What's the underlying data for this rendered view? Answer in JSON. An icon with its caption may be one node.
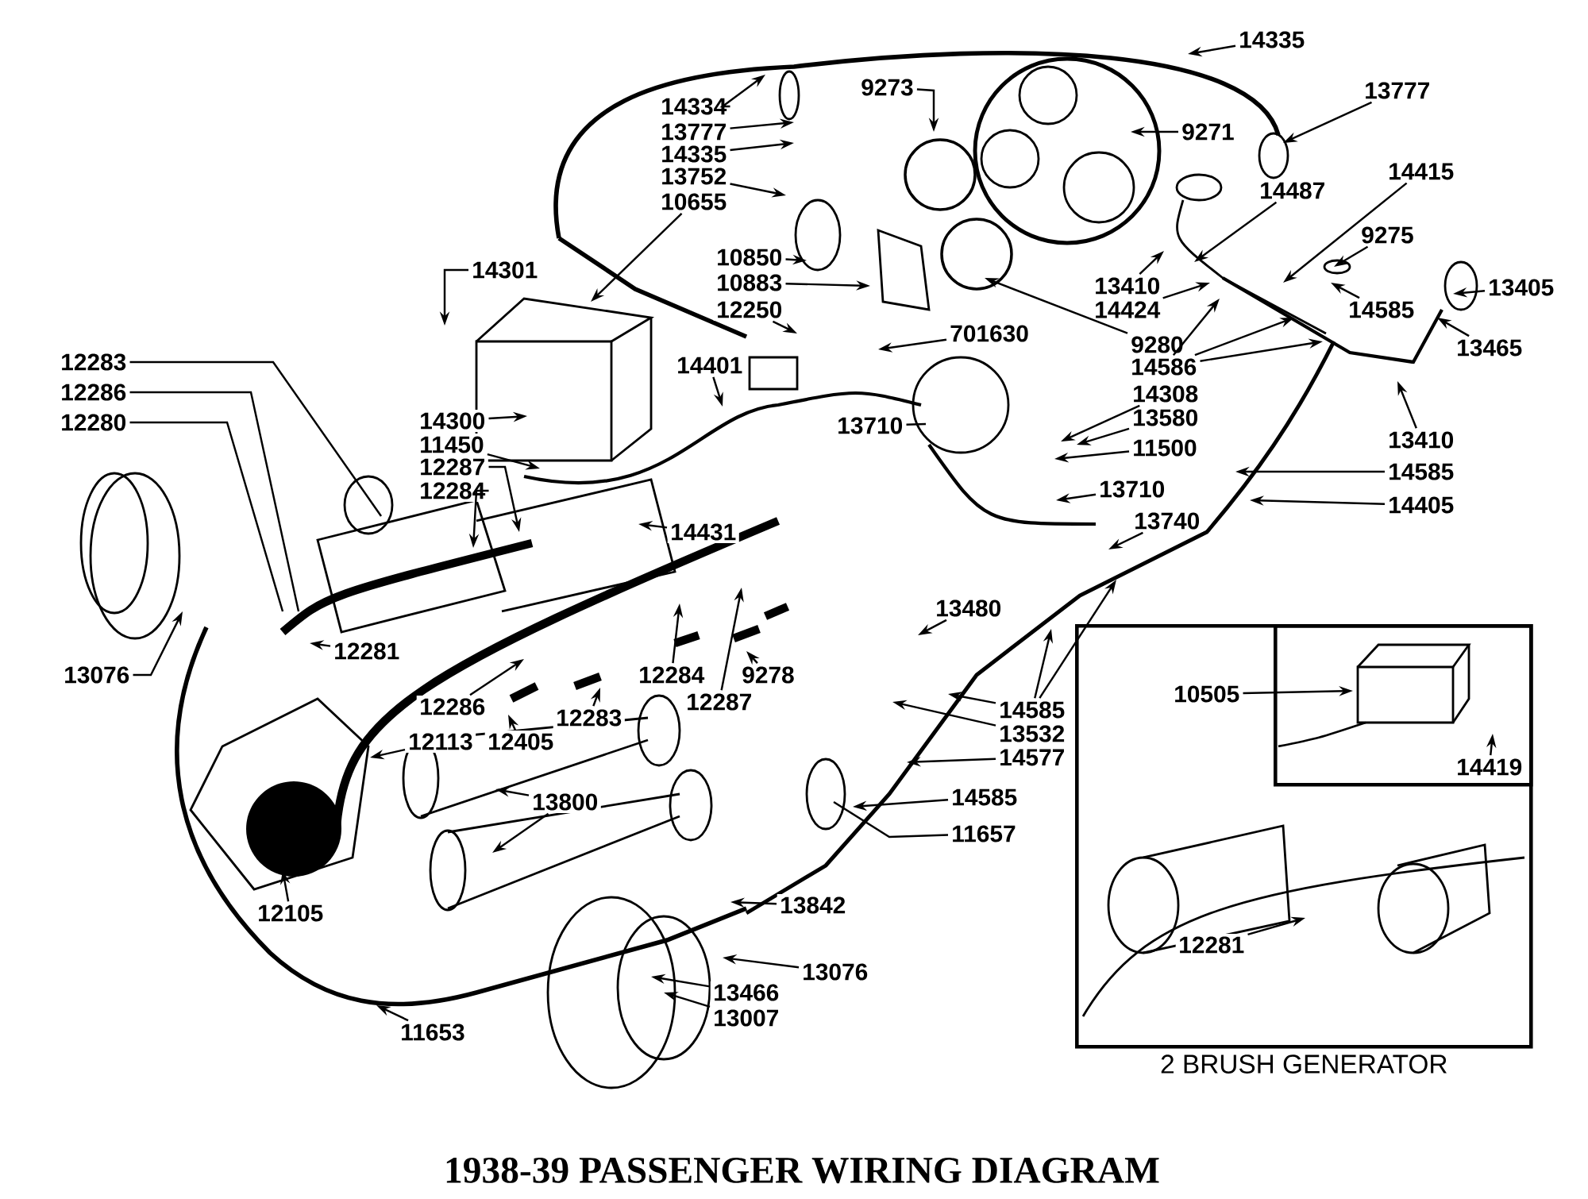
{
  "diagram": {
    "title": "1938-39 PASSENGER WIRING DIAGRAM",
    "nodes": [
      {
        "text": [
          "14335"
        ]
      },
      {
        "text": [
          "13777"
        ]
      },
      {
        "text": [
          "9273"
        ]
      },
      {
        "text": [
          "14334"
        ]
      },
      {
        "text": [
          "13777"
        ]
      },
      {
        "text": [
          "9271"
        ]
      },
      {
        "text": [
          "14335"
        ]
      },
      {
        "text": [
          "14415"
        ]
      },
      {
        "text": [
          "13752"
        ]
      },
      {
        "text": [
          "14487"
        ]
      },
      {
        "text": [
          "10655"
        ]
      },
      {
        "text": [
          "9275"
        ]
      },
      {
        "text": [
          "10850"
        ]
      },
      {
        "text": [
          "14301"
        ]
      },
      {
        "text": [
          "10883"
        ]
      },
      {
        "text": [
          "13410"
        ]
      },
      {
        "text": [
          "13405"
        ]
      },
      {
        "text": [
          "12250"
        ]
      },
      {
        "text": [
          "14424"
        ]
      },
      {
        "text": [
          "14585"
        ]
      },
      {
        "text": [
          "701630"
        ]
      },
      {
        "text": [
          "9280"
        ]
      },
      {
        "text": [
          "13465"
        ]
      },
      {
        "text": [
          "12283"
        ]
      },
      {
        "text": [
          "14401"
        ]
      },
      {
        "text": [
          "14586"
        ]
      },
      {
        "text": [
          "12286"
        ]
      },
      {
        "text": [
          "14308"
        ]
      },
      {
        "text": [
          "14300"
        ]
      },
      {
        "text": [
          "12280"
        ]
      },
      {
        "text": [
          "13580"
        ]
      },
      {
        "text": [
          "13710"
        ]
      },
      {
        "text": [
          "13410"
        ]
      },
      {
        "text": [
          "11450"
        ]
      },
      {
        "text": [
          "11500"
        ]
      },
      {
        "text": [
          "12287"
        ]
      },
      {
        "text": [
          "14585"
        ]
      },
      {
        "text": [
          "13710"
        ]
      },
      {
        "text": [
          "12284"
        ]
      },
      {
        "text": [
          "14405"
        ]
      },
      {
        "text": [
          "13740"
        ]
      },
      {
        "text": [
          "14431"
        ]
      },
      {
        "text": [
          "13480"
        ]
      },
      {
        "text": [
          "12281"
        ]
      },
      {
        "text": [
          "13076"
        ]
      },
      {
        "text": [
          "12284"
        ]
      },
      {
        "text": [
          "9278"
        ]
      },
      {
        "text": [
          "12287"
        ]
      },
      {
        "text": [
          "12286"
        ]
      },
      {
        "text": [
          "14585"
        ]
      },
      {
        "text": [
          "12283"
        ]
      },
      {
        "text": [
          "13532"
        ]
      },
      {
        "text": [
          "12113"
        ]
      },
      {
        "text": [
          "12405"
        ]
      },
      {
        "text": [
          "14577"
        ]
      },
      {
        "text": [
          "14585"
        ]
      },
      {
        "text": [
          "13800"
        ]
      },
      {
        "text": [
          "11657"
        ]
      },
      {
        "text": [
          "13842"
        ]
      },
      {
        "text": [
          "12105"
        ]
      },
      {
        "text": [
          "13076"
        ]
      },
      {
        "text": [
          "13466"
        ]
      },
      {
        "text": [
          "13007"
        ]
      },
      {
        "text": [
          "11653"
        ]
      },
      {
        "text": [
          "2 BRUSH GENERATOR"
        ]
      },
      {
        "text": [],
        "shape": "box",
        "in": 64
      },
      {
        "text": [
          "10505"
        ],
        "in": 64
      },
      {
        "text": [
          "14419"
        ],
        "in": 65
      },
      {
        "text": [
          "12281"
        ],
        "in": 64
      }
    ],
    "edges": [
      {
        "from": 0,
        "to": null,
        "arrow": "to"
      },
      {
        "from": 1,
        "to": null,
        "arrow": "to"
      },
      {
        "from": 2,
        "to": null,
        "arrow": "to"
      },
      {
        "from": 3,
        "to": null,
        "arrow": "to"
      },
      {
        "from": 4,
        "to": null,
        "arrow": "to"
      },
      {
        "from": 5,
        "to": null,
        "arrow": "to"
      },
      {
        "from": 6,
        "to": null,
        "arrow": "to"
      },
      {
        "from": 7,
        "to": null,
        "arrow": "to"
      },
      {
        "from": 8,
        "to": null,
        "arrow": "to"
      },
      {
        "from": 9,
        "to": null,
        "arrow": "to"
      },
      {
        "from": 10,
        "to": null,
        "arrow": "to"
      },
      {
        "from": 11,
        "to": null,
        "arrow": "to"
      },
      {
        "from": 12,
        "to": null,
        "arrow": "to"
      },
      {
        "from": 13,
        "to": null,
        "arrow": "to"
      },
      {
        "from": 14,
        "to": null,
        "arrow": "to"
      },
      {
        "from": 15,
        "to": null,
        "arrow": "to"
      },
      {
        "from": 16,
        "to": null,
        "arrow": "to"
      },
      {
        "from": 17,
        "to": null,
        "arrow": "to"
      },
      {
        "from": 18,
        "to": null,
        "arrow": "to"
      },
      {
        "from": 19,
        "to": null,
        "arrow": "to"
      },
      {
        "from": 20,
        "to": null,
        "arrow": "to"
      },
      {
        "from": 21,
        "to": null,
        "arrow": "to"
      },
      {
        "from": 22,
        "to": null,
        "arrow": "to"
      },
      {
        "from": 23,
        "to": null,
        "arrow": "none"
      },
      {
        "from": 24,
        "to": null,
        "arrow": "to"
      },
      {
        "from": 25,
        "to": null,
        "arrow": "to"
      },
      {
        "from": 25,
        "to": null,
        "arrow": "to"
      },
      {
        "from": 25,
        "to": null,
        "arrow": "to"
      },
      {
        "from": 26,
        "to": null,
        "arrow": "none"
      },
      {
        "from": 27,
        "to": null,
        "arrow": "to"
      },
      {
        "from": 28,
        "to": null,
        "arrow": "to"
      },
      {
        "from": 29,
        "to": null,
        "arrow": "none"
      },
      {
        "from": 30,
        "to": null,
        "arrow": "to"
      },
      {
        "from": 31,
        "to": null,
        "arrow": "none"
      },
      {
        "from": 32,
        "to": null,
        "arrow": "to"
      },
      {
        "from": 33,
        "to": null,
        "arrow": "to"
      },
      {
        "from": 34,
        "to": null,
        "arrow": "to"
      },
      {
        "from": 35,
        "to": null,
        "arrow": "to"
      },
      {
        "from": 36,
        "to": null,
        "arrow": "to"
      },
      {
        "from": 37,
        "to": null,
        "arrow": "to"
      },
      {
        "from": 38,
        "to": null,
        "arrow": "to"
      },
      {
        "from": 39,
        "to": null,
        "arrow": "to"
      },
      {
        "from": 40,
        "to": null,
        "arrow": "to"
      },
      {
        "from": 41,
        "to": null,
        "arrow": "to"
      },
      {
        "from": 42,
        "to": null,
        "arrow": "to"
      },
      {
        "from": 43,
        "to": null,
        "arrow": "to"
      },
      {
        "from": 44,
        "to": null,
        "arrow": "to"
      },
      {
        "from": 45,
        "to": null,
        "arrow": "to"
      },
      {
        "from": 46,
        "to": null,
        "arrow": "to"
      },
      {
        "from": 47,
        "to": null,
        "arrow": "to"
      },
      {
        "from": 48,
        "to": null,
        "arrow": "to"
      },
      {
        "from": 49,
        "to": null,
        "arrow": "to"
      },
      {
        "from": 49,
        "to": null,
        "arrow": "to"
      },
      {
        "from": 49,
        "to": null,
        "arrow": "to"
      },
      {
        "from": 50,
        "to": null,
        "arrow": "to"
      },
      {
        "from": 51,
        "to": null,
        "arrow": "to"
      },
      {
        "from": 52,
        "to": null,
        "arrow": "to"
      },
      {
        "from": 53,
        "to": null,
        "arrow": "to"
      },
      {
        "from": 54,
        "to": null,
        "arrow": "to"
      },
      {
        "from": 55,
        "to": null,
        "arrow": "to"
      },
      {
        "from": 56,
        "to": null,
        "arrow": "to"
      },
      {
        "from": 56,
        "to": null,
        "arrow": "to"
      },
      {
        "from": 57,
        "to": null,
        "arrow": "none"
      },
      {
        "from": 58,
        "to": null,
        "arrow": "to"
      },
      {
        "from": 59,
        "to": null,
        "arrow": "to"
      },
      {
        "from": 60,
        "to": null,
        "arrow": "to"
      },
      {
        "from": 61,
        "to": null,
        "arrow": "to"
      },
      {
        "from": 62,
        "to": null,
        "arrow": "to"
      },
      {
        "from": 63,
        "to": null,
        "arrow": "to"
      },
      {
        "from": 66,
        "to": null,
        "arrow": "to"
      },
      {
        "from": 67,
        "to": null,
        "arrow": "to"
      },
      {
        "from": 68,
        "to": null,
        "arrow": "to"
      }
    ]
  }
}
